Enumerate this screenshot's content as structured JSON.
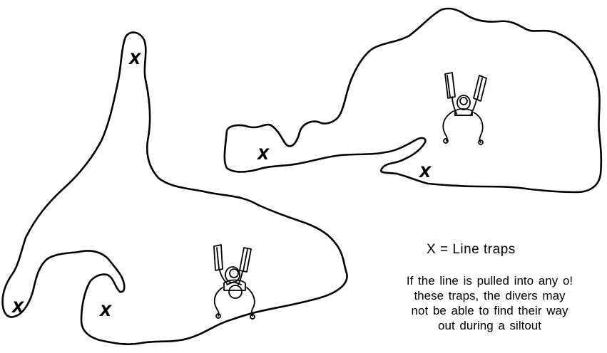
{
  "trap_marker": "X",
  "legend": {
    "line1": "X = Line traps"
  },
  "note": {
    "lines": [
      "If the line is pulled into any o!",
      "these traps, the divers may",
      "not be able to find their way",
      "out during a siltout"
    ]
  },
  "icons": [
    "diver-top-view-icon",
    "diver-top-view-icon"
  ]
}
